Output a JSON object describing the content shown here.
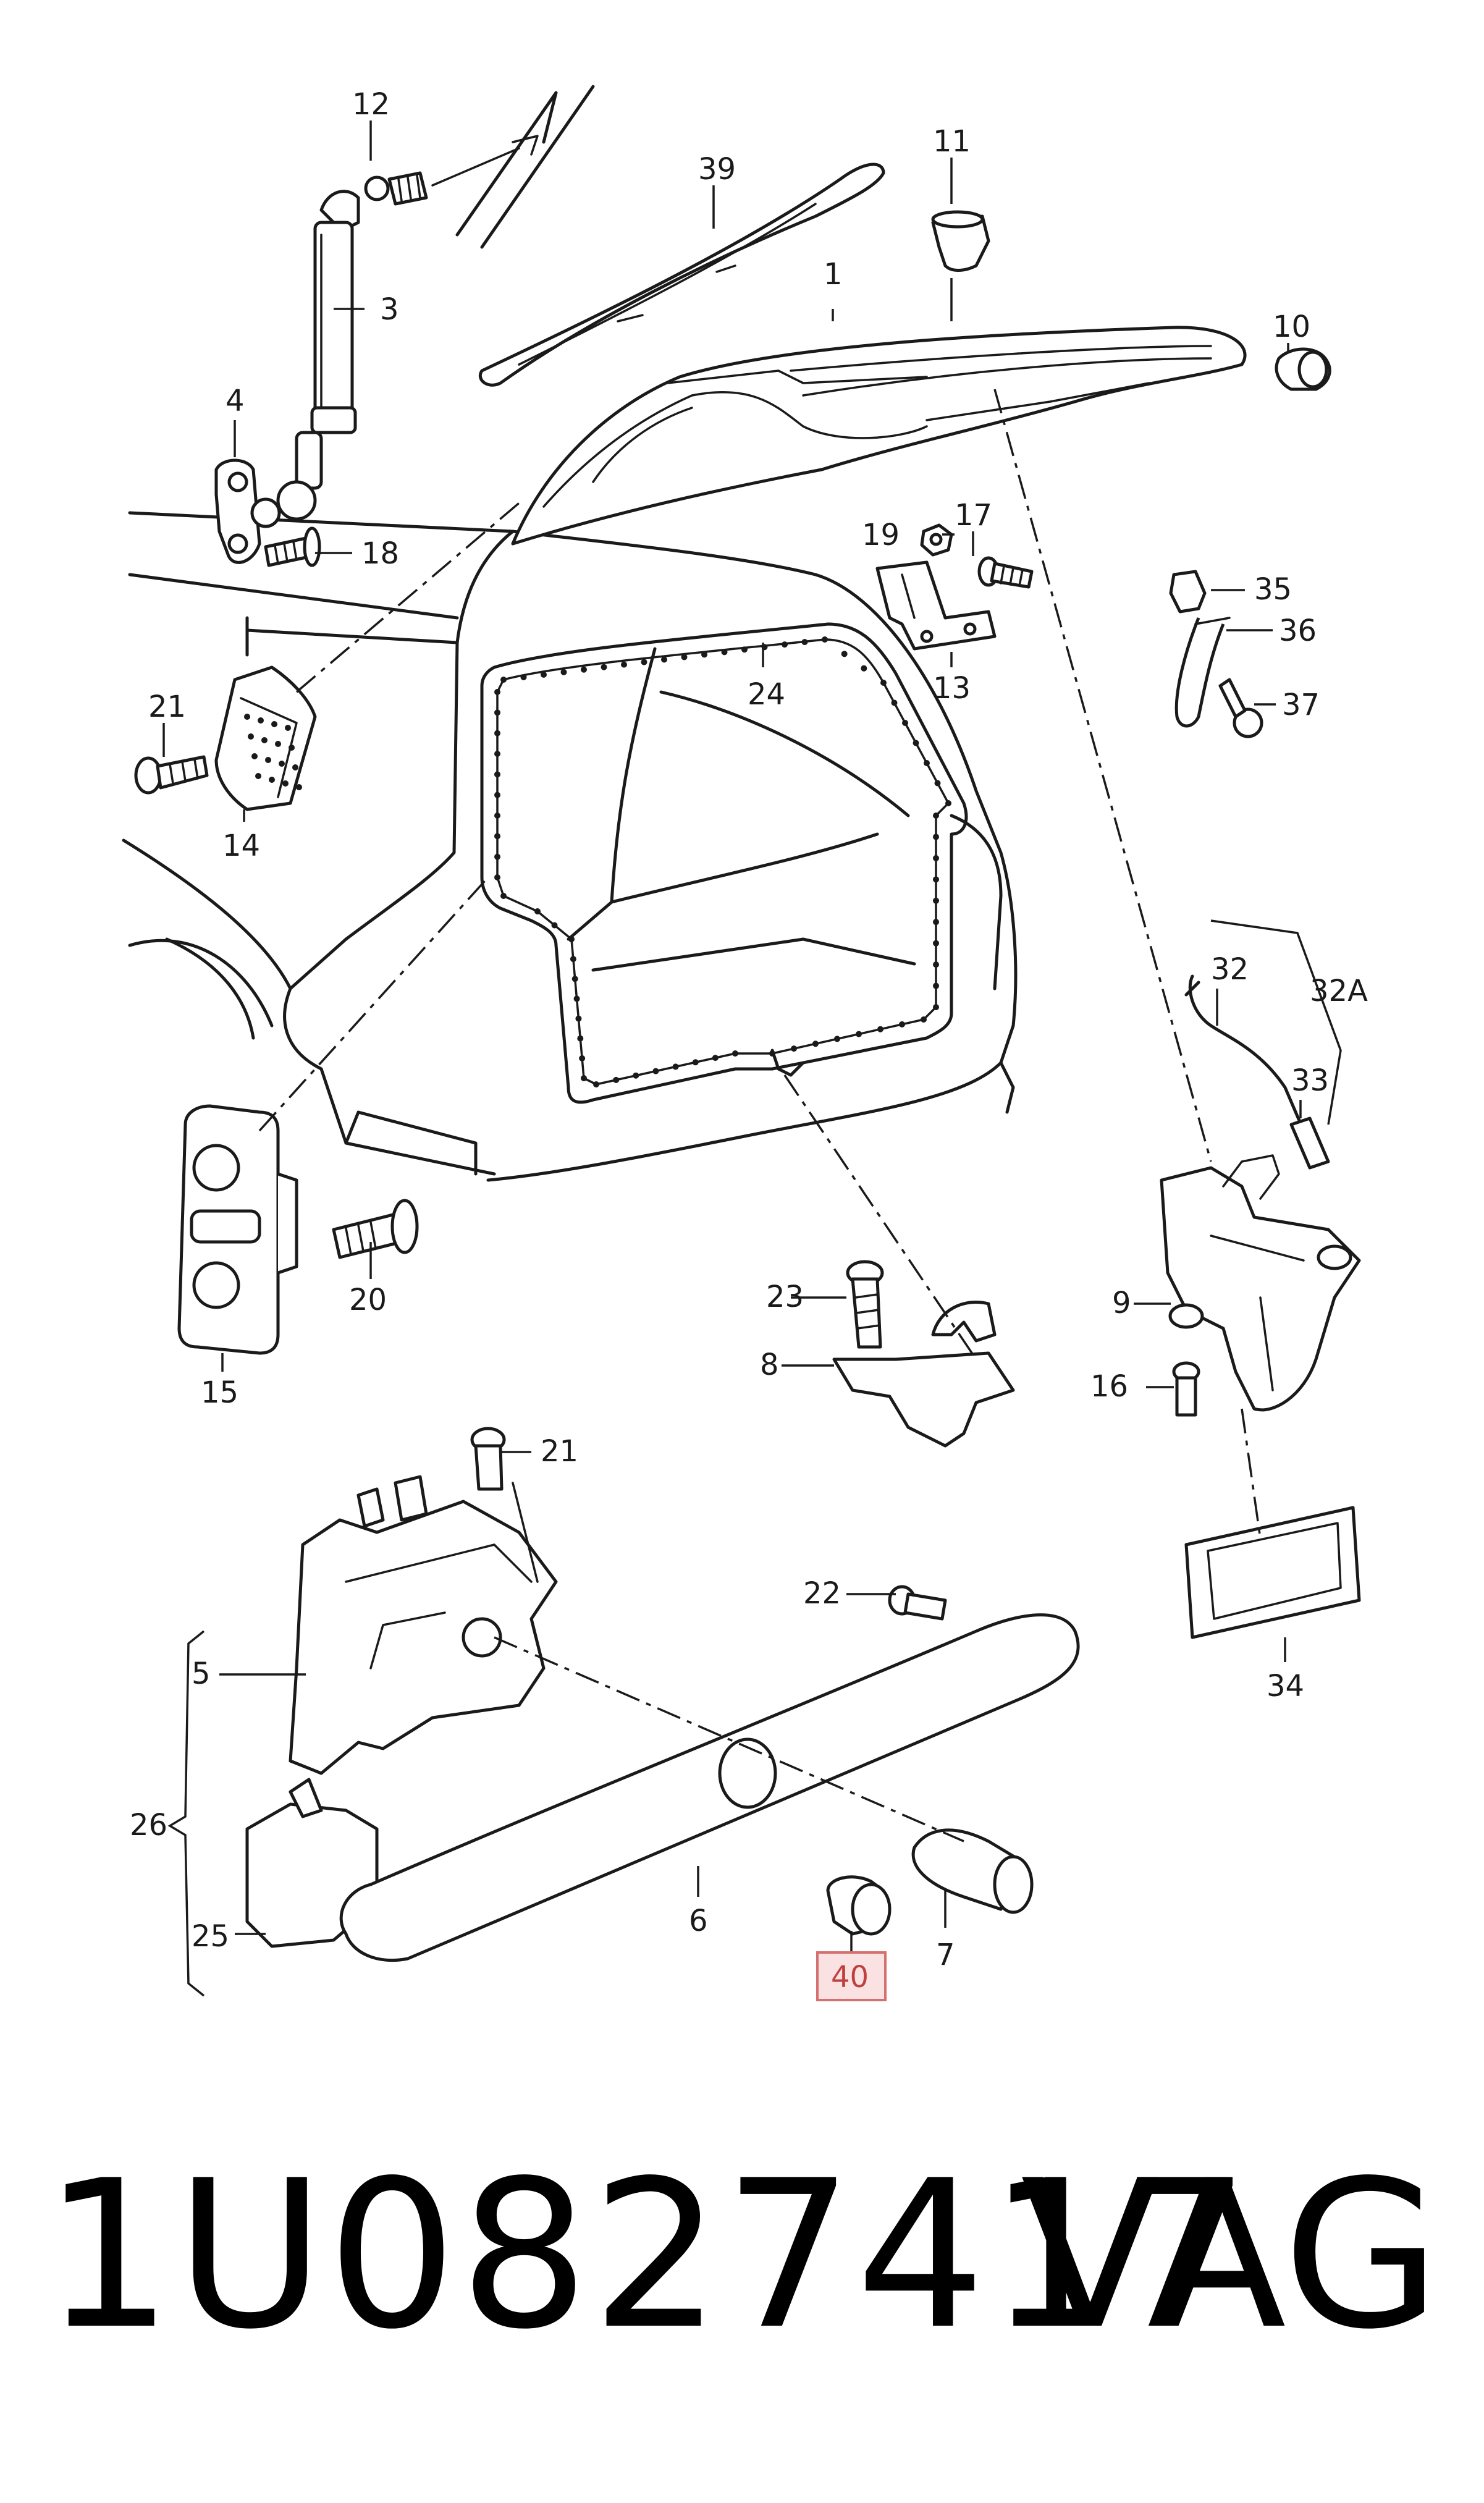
{
  "callouts": [
    {
      "id": "c1",
      "text": "1"
    },
    {
      "id": "c3",
      "text": "3"
    },
    {
      "id": "c4",
      "text": "4"
    },
    {
      "id": "c5",
      "text": "5"
    },
    {
      "id": "c6",
      "text": "6"
    },
    {
      "id": "c7",
      "text": "7"
    },
    {
      "id": "c8",
      "text": "8"
    },
    {
      "id": "c9",
      "text": "9"
    },
    {
      "id": "c10",
      "text": "10"
    },
    {
      "id": "c11",
      "text": "11"
    },
    {
      "id": "c12",
      "text": "12"
    },
    {
      "id": "c13",
      "text": "13"
    },
    {
      "id": "c14",
      "text": "14"
    },
    {
      "id": "c15",
      "text": "15"
    },
    {
      "id": "c16",
      "text": "16"
    },
    {
      "id": "c17",
      "text": "17"
    },
    {
      "id": "c18",
      "text": "18"
    },
    {
      "id": "c19",
      "text": "19"
    },
    {
      "id": "c20",
      "text": "20"
    },
    {
      "id": "c21a",
      "text": "21"
    },
    {
      "id": "c21b",
      "text": "21"
    },
    {
      "id": "c22",
      "text": "22"
    },
    {
      "id": "c23",
      "text": "23"
    },
    {
      "id": "c24",
      "text": "24"
    },
    {
      "id": "c25",
      "text": "25"
    },
    {
      "id": "c26",
      "text": "26"
    },
    {
      "id": "c32",
      "text": "32"
    },
    {
      "id": "c32A",
      "text": "32A"
    },
    {
      "id": "c33",
      "text": "33"
    },
    {
      "id": "c34",
      "text": "34"
    },
    {
      "id": "c35",
      "text": "35"
    },
    {
      "id": "c36",
      "text": "36"
    },
    {
      "id": "c37",
      "text": "37"
    },
    {
      "id": "c39",
      "text": "39"
    }
  ],
  "highlight": {
    "text": "40",
    "fill": "#fbe2e2",
    "stroke": "#d47070"
  },
  "footer": {
    "part_number": "1U0827417",
    "brand": "VAG"
  }
}
